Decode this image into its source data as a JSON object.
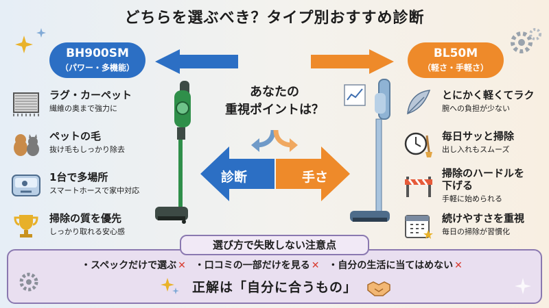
{
  "title": "どちらを選ぶべき？タイプ別おすすめ診断",
  "left": {
    "model": "BH900SM",
    "subtitle": "（パワー・多機能）",
    "color": "#2c6fc4",
    "features": [
      {
        "icon": "rug-icon",
        "title": "ラグ・カーペット",
        "desc": "繊維の奥まで強力に"
      },
      {
        "icon": "pet-icon",
        "title": "ペットの毛",
        "desc": "抜け毛もしっかり除去"
      },
      {
        "icon": "car-icon",
        "title": "1台で多場所",
        "desc": "スマートホースで家中対応"
      },
      {
        "icon": "trophy-icon",
        "title": "掃除の質を優先",
        "desc": "しっかり取れる安心感"
      }
    ]
  },
  "right": {
    "model": "BL50M",
    "subtitle": "（軽さ・手軽さ）",
    "color": "#ee8a2a",
    "features": [
      {
        "icon": "feather-icon",
        "title": "とにかく軽くてラク",
        "desc": "腕への負担が少ない"
      },
      {
        "icon": "clock-icon",
        "title": "毎日サッと掃除",
        "desc": "出し入れもスムーズ"
      },
      {
        "icon": "barrier-icon",
        "title": "掃除のハードルを",
        "title2": "下げる",
        "desc": "手軽に始められる"
      },
      {
        "icon": "calendar-icon",
        "title": "続けやすさを重視",
        "desc": "毎日の掃除が習慣化"
      }
    ]
  },
  "center": {
    "line1": "あなたの",
    "line2": "重視ポイントは？",
    "left_label": "診断",
    "right_label": "手さ"
  },
  "bottom": {
    "heading": "選び方で失敗しない注意点",
    "warnings": [
      "・スペックだけで選ぶ",
      "・口コミの一部だけを見る",
      "・自分の生活に当てはめない"
    ],
    "x_mark": "✕",
    "answer": "正解は「自分に合うもの」"
  }
}
